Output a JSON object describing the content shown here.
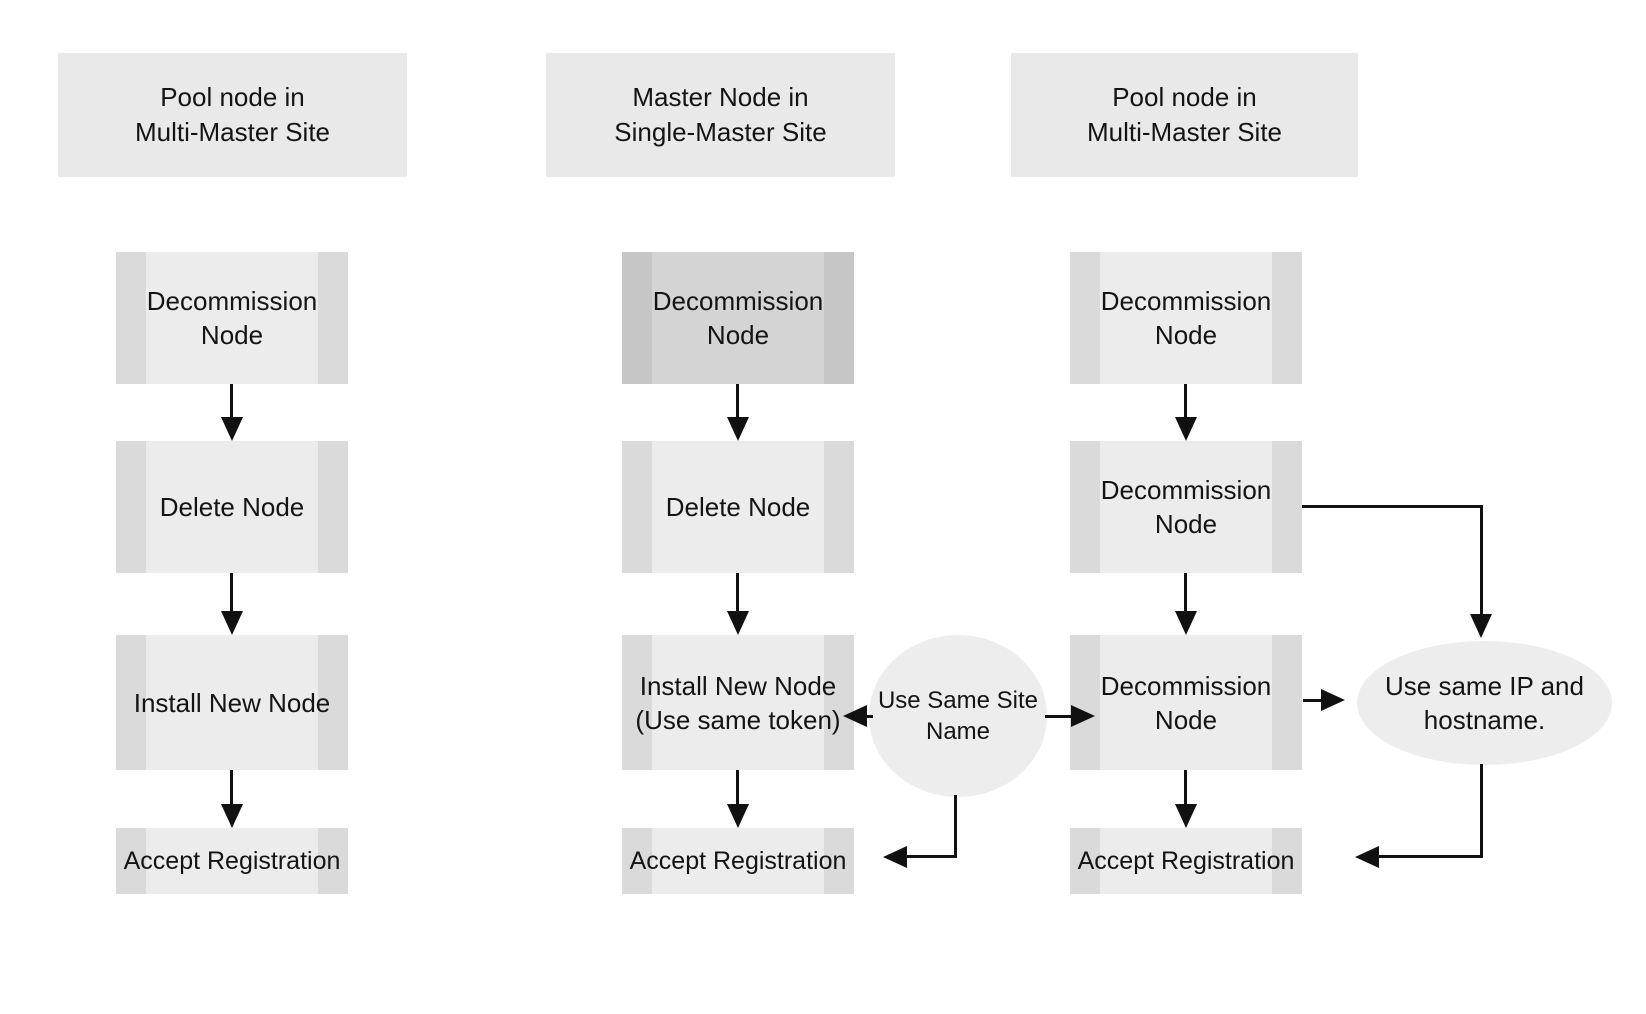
{
  "columns": [
    {
      "header": "Pool node in\nMulti-Master Site",
      "steps": [
        "Decommission Node",
        "Delete Node",
        "Install New Node",
        "Accept Registration"
      ]
    },
    {
      "header": "Master Node in\nSingle-Master Site",
      "steps": [
        "Decommission Node",
        "Delete Node",
        "Install New Node (Use same token)",
        "Accept Registration"
      ]
    },
    {
      "header": "Pool node in\nMulti-Master Site",
      "steps": [
        "Decommission Node",
        "Decommission Node",
        "Decommission Node",
        "Accept Registration"
      ]
    }
  ],
  "callouts": {
    "circle": "Use Same Site Name",
    "ellipse": "Use same IP and hostname."
  },
  "colors": {
    "background": "#ffffff",
    "header_fill": "#e9e9e9",
    "box_fill": "#ececec",
    "box_edge": "#dadada",
    "box_fill_dark": "#d4d4d4",
    "box_edge_dark": "#c6c6c6",
    "callout_fill": "#ededed",
    "line": "#111111",
    "text": "#141414"
  }
}
